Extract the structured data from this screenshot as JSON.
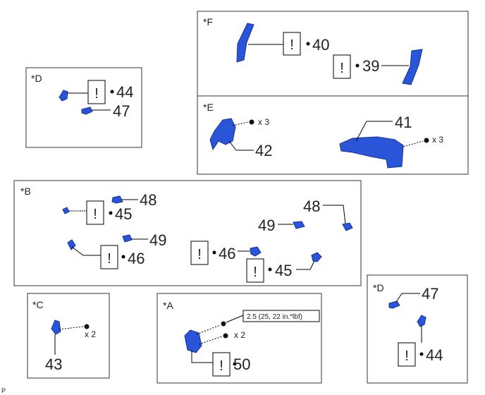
{
  "colors": {
    "part": "#2a55d8",
    "part_dark": "#12339a",
    "line": "#000000",
    "text": "#222222"
  },
  "footer_code": "P",
  "torque_spec": "2.5 (25, 22 in.*lbf)",
  "mark": "!",
  "panels": {
    "F": {
      "label": "*F",
      "callouts": [
        "40",
        "39"
      ]
    },
    "E": {
      "label": "*E",
      "callouts": [
        "42",
        "41"
      ],
      "qty_left": "x 3",
      "qty_right": "x 3"
    },
    "D_top": {
      "label": "*D",
      "callouts": [
        "44",
        "47"
      ]
    },
    "B": {
      "label": "*B",
      "callouts": [
        "48",
        "45",
        "49",
        "46",
        "46",
        "45",
        "48",
        "49"
      ]
    },
    "C": {
      "label": "*C",
      "callouts": [
        "43"
      ],
      "qty": "x 2"
    },
    "A": {
      "label": "*A",
      "callouts": [
        "50"
      ],
      "qty": "x 2"
    },
    "D_bottom": {
      "label": "*D",
      "callouts": [
        "47",
        "44"
      ]
    }
  }
}
